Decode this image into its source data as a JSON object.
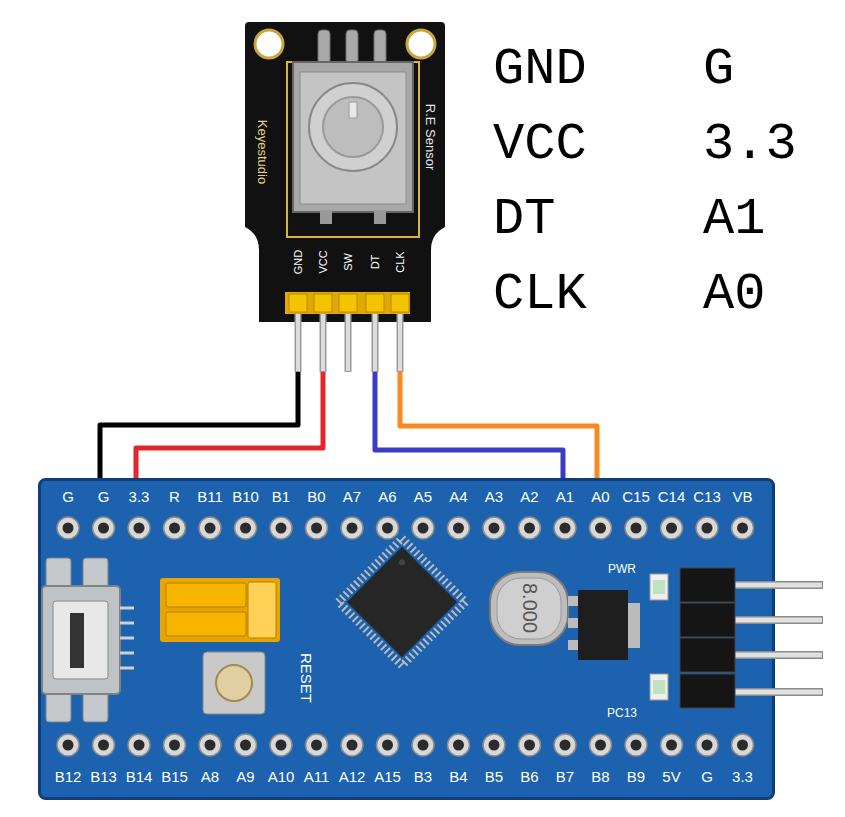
{
  "diagram": {
    "nodes": [
      {
        "text": [
          "Keyestudio",
          "R.E Sensor",
          "GND",
          "VCC",
          "SW",
          "DT",
          "CLK"
        ]
      },
      {
        "text": [
          "G",
          "G",
          "3.3",
          "R",
          "B11",
          "B10",
          "B1",
          "B0",
          "A7",
          "A6",
          "A5",
          "A4",
          "A3",
          "A2",
          "A1",
          "A0",
          "C15",
          "C14",
          "C13",
          "VB",
          "B12",
          "B13",
          "B14",
          "B15",
          "A8",
          "A9",
          "A10",
          "A11",
          "A12",
          "A15",
          "B3",
          "B4",
          "B5",
          "B6",
          "B7",
          "B8",
          "B9",
          "5V",
          "G",
          "3.3",
          "RESET",
          "PWR",
          "PC13",
          "8.000"
        ]
      }
    ],
    "edges": [
      {
        "from": 0,
        "to": 1,
        "arrow": "none"
      },
      {
        "from": 0,
        "to": 1,
        "arrow": "none"
      },
      {
        "from": 0,
        "to": 1,
        "arrow": "none"
      },
      {
        "from": 0,
        "to": 1,
        "arrow": "none"
      }
    ],
    "labels": [
      "GND",
      "G",
      "VCC",
      "3.3",
      "DT",
      "A1",
      "CLK",
      "A0"
    ]
  }
}
